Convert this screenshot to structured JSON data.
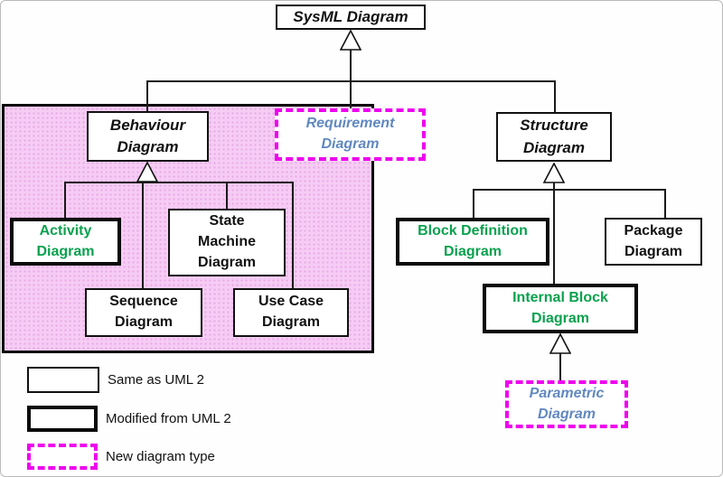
{
  "nodes": {
    "sysml": {
      "label": "SysML Diagram",
      "category": "same-as-uml2"
    },
    "behaviour": {
      "label": "Behaviour\nDiagram",
      "category": "same-as-uml2"
    },
    "requirement": {
      "label": "Requirement\nDiagram",
      "category": "new-diagram-type"
    },
    "structure": {
      "label": "Structure\nDiagram",
      "category": "same-as-uml2"
    },
    "activity": {
      "label": "Activity\nDiagram",
      "category": "modified-from-uml2"
    },
    "state_machine": {
      "label": "State\nMachine\nDiagram",
      "category": "same-as-uml2"
    },
    "sequence": {
      "label": "Sequence\nDiagram",
      "category": "same-as-uml2"
    },
    "use_case": {
      "label": "Use Case\nDiagram",
      "category": "same-as-uml2"
    },
    "block_definition": {
      "label": "Block Definition\nDiagram",
      "category": "modified-from-uml2"
    },
    "package": {
      "label": "Package\nDiagram",
      "category": "same-as-uml2"
    },
    "internal_block": {
      "label": "Internal Block\nDiagram",
      "category": "modified-from-uml2"
    },
    "parametric": {
      "label": "Parametric\nDiagram",
      "category": "new-diagram-type"
    }
  },
  "legend": {
    "items": [
      {
        "swatch": "thin-solid-border",
        "label": "Same as UML 2"
      },
      {
        "swatch": "thick-solid-border",
        "label": "Modified from UML 2"
      },
      {
        "swatch": "dashed-magenta-border",
        "label": "New diagram type"
      }
    ]
  },
  "colors": {
    "green": "#0aa14e",
    "blue": "#6188c0",
    "magenta": "#ee00ee",
    "pink": "#f6ccf4",
    "pink_dot": "#e8a9e6",
    "line": "#1a1a1a"
  }
}
